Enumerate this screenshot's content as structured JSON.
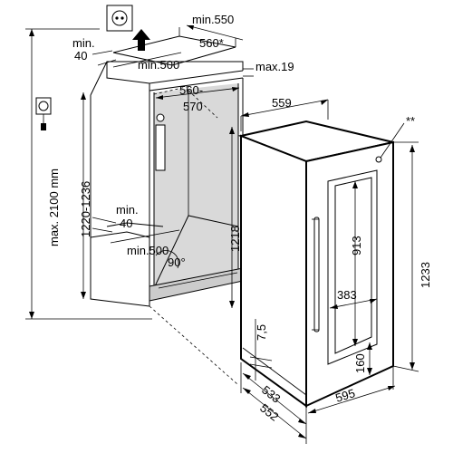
{
  "labels": {
    "max_height": "max. 2100 mm",
    "niche_height": "1220-1236",
    "min_40_top": "min.\n40",
    "min_500_top": "min.500",
    "min_550": "min.550",
    "d560_star": "560*",
    "max_19": "max.19",
    "niche_width": "560-\n570",
    "w559": "559",
    "min_40_bottom": "min.\n40",
    "min_500_bottom": "min.500",
    "angle_90": "90°",
    "h1218": "1218",
    "h1233": "1233",
    "h913": "913",
    "w383": "383",
    "h7_5": "7,5",
    "h160": "160",
    "d533": "533",
    "d552": "552",
    "w595": "595",
    "double_star": "**"
  },
  "icons": {
    "socket": "power-socket-icon",
    "plug": "power-plug-icon",
    "arrow": "airflow-arrow-icon"
  }
}
